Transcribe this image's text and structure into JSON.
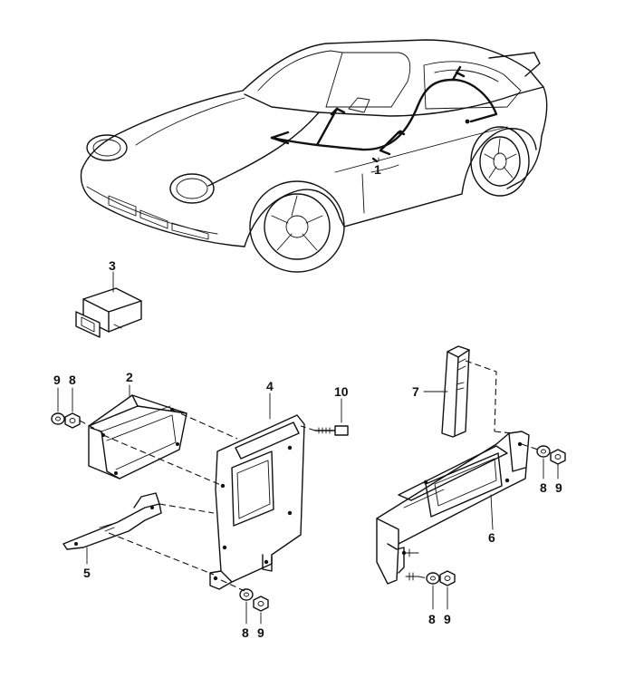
{
  "callouts": {
    "c1": "1",
    "c2": "2",
    "c3": "3",
    "c4": "4",
    "c5": "5",
    "c6": "6",
    "c7": "7",
    "c8_left": "8",
    "c9_left": "9",
    "c10": "10",
    "c8_bottom_left": "8",
    "c9_bottom_left": "9",
    "c8_right": "8",
    "c9_right": "9",
    "c8_bottom_right": "8",
    "c9_bottom_right": "9"
  },
  "icons": {
    "car": "sports-car-outline",
    "harness": "wiring-harness",
    "relay": "relay-module",
    "control_unit": "control-unit-box",
    "bracket_left": "mounting-bracket",
    "bracket_right": "mounting-bracket",
    "screw": "screw",
    "washer": "washer",
    "nut": "hex-nut"
  }
}
